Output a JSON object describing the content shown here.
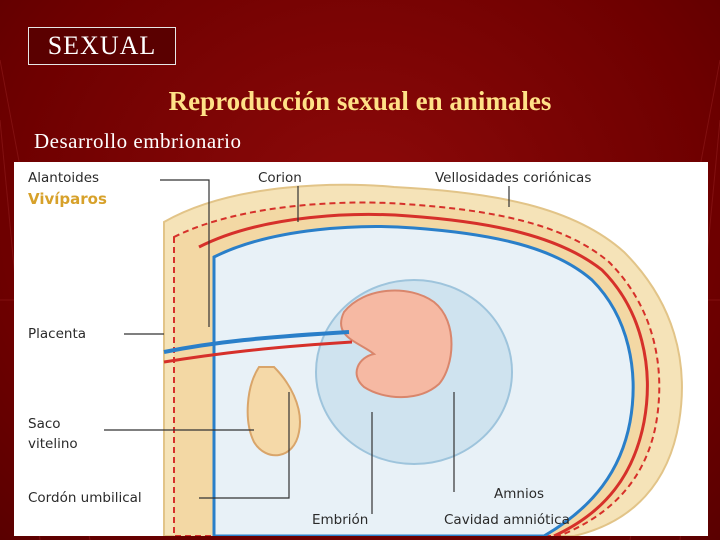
{
  "header": {
    "tag": "SEXUAL",
    "title": "Reproducción sexual en animales",
    "subtitle": "Desarrollo embrionario"
  },
  "diagram": {
    "badge": "Vivíparos",
    "labels": {
      "alantoides": "Alantoides",
      "corion": "Corion",
      "vellosidades": "Vellosidades coriónicas",
      "placenta": "Placenta",
      "saco_line1": "Saco",
      "saco_line2": "vitelino",
      "cordon": "Cordón umbilical",
      "amnios": "Amnios",
      "embrion": "Embrión",
      "cavidad": "Cavidad amniótica"
    },
    "colors": {
      "artery": "#d6302a",
      "vein": "#2a7fc9",
      "tissue": "#f5e3b8",
      "embryo": "#f6b9a3",
      "cavity": "#cfe3ef"
    }
  }
}
